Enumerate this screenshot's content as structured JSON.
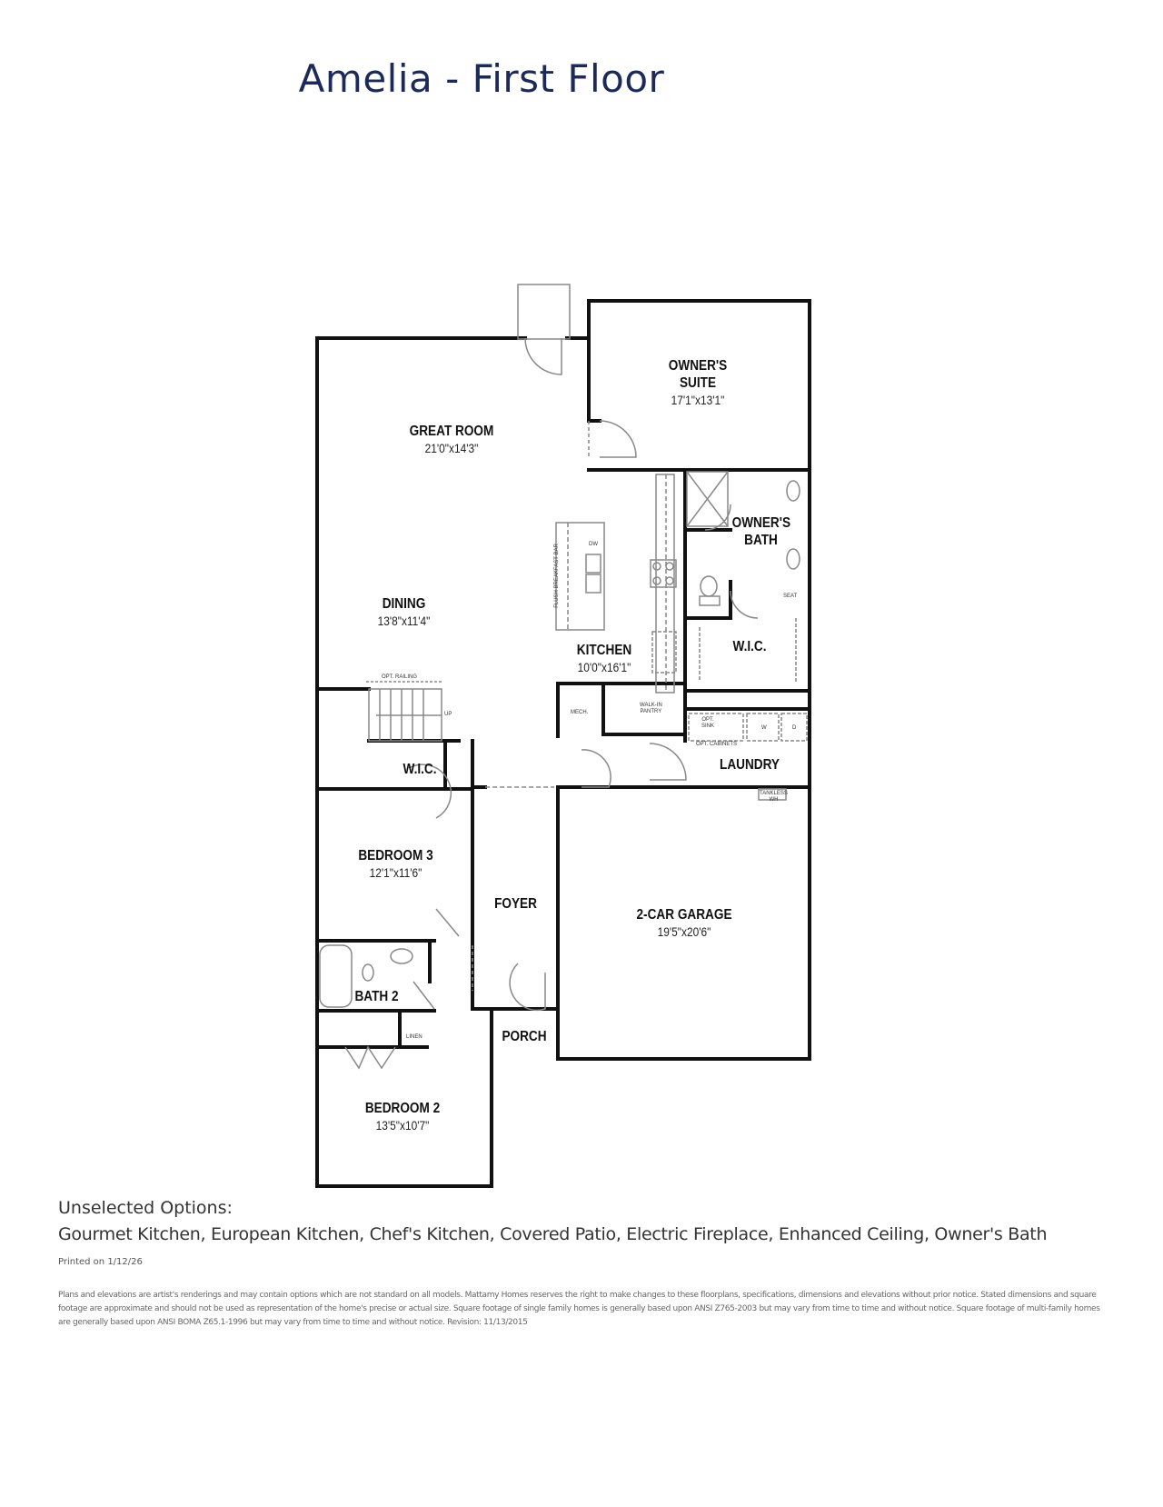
{
  "title": "Amelia - First Floor",
  "floor_plan": {
    "rooms": [
      {
        "name": "OWNER'S SUITE",
        "line1": "OWNER'S",
        "line2": "SUITE",
        "dims": "17'1\"x13'1\""
      },
      {
        "name": "GREAT ROOM",
        "dims": "21'0\"x14'3\""
      },
      {
        "name": "OWNER'S BATH",
        "line1": "OWNER'S",
        "line2": "BATH",
        "dims": ""
      },
      {
        "name": "DINING",
        "dims": "13'8\"x11'4\""
      },
      {
        "name": "KITCHEN",
        "dims": "10'0\"x16'1\""
      },
      {
        "name": "W.I.C.",
        "dims": ""
      },
      {
        "name": "W.I.C.",
        "dims": ""
      },
      {
        "name": "LAUNDRY",
        "dims": ""
      },
      {
        "name": "BEDROOM 3",
        "dims": "12'1\"x11'6\""
      },
      {
        "name": "FOYER",
        "dims": ""
      },
      {
        "name": "2-CAR GARAGE",
        "dims": "19'5\"x20'6\""
      },
      {
        "name": "BATH 2",
        "dims": ""
      },
      {
        "name": "PORCH",
        "dims": ""
      },
      {
        "name": "BEDROOM 2",
        "dims": "13'5\"x10'7\""
      }
    ],
    "small_labels": {
      "opt_railing": "OPT. RAILING",
      "up": "UP",
      "breakfast_bar": "FLUSH BREAKFAST BAR",
      "dw": "DW",
      "mech": "MECH.",
      "walkin_pantry_1": "WALK-IN",
      "walkin_pantry_2": "PANTRY",
      "opt_sink_1": "OPT.",
      "opt_sink_2": "SINK",
      "opt_cabinets": "OPT. CABINETS",
      "washer": "W",
      "dryer": "D",
      "linen": "LINEN",
      "seat": "SEAT",
      "tankless_1": "TANKLESS",
      "tankless_2": "WH"
    }
  },
  "options": {
    "heading": "Unselected Options:",
    "items": [
      "Gourmet Kitchen",
      "European Kitchen",
      "Chef's Kitchen",
      "Covered Patio",
      "Electric Fireplace",
      "Enhanced Ceiling",
      "Owner's Bath"
    ],
    "items_text": "Gourmet Kitchen, European Kitchen, Chef's Kitchen, Covered Patio, Electric Fireplace, Enhanced Ceiling, Owner's Bath"
  },
  "printed": "Printed on 1/12/26",
  "disclaimer": "Plans and elevations are artist's renderings and may contain options which are not standard on all models. Mattamy Homes reserves the right to make changes to these floorplans, specifications, dimensions and elevations without prior notice. Stated dimensions and square footage are approximate and should not be used as representation of the home's precise or actual size. Square footage of single family homes is generally based upon ANSI Z765-2003 but may vary from time to time and without notice. Square footage of multi-family homes are generally based upon ANSI BOMA Z65.1-1996 but may vary from time to time and without notice. Revision: 11/13/2015",
  "colors": {
    "title": "#1c2a5a",
    "wall": "#111111",
    "fixture": "#888888",
    "text": "#333333"
  }
}
